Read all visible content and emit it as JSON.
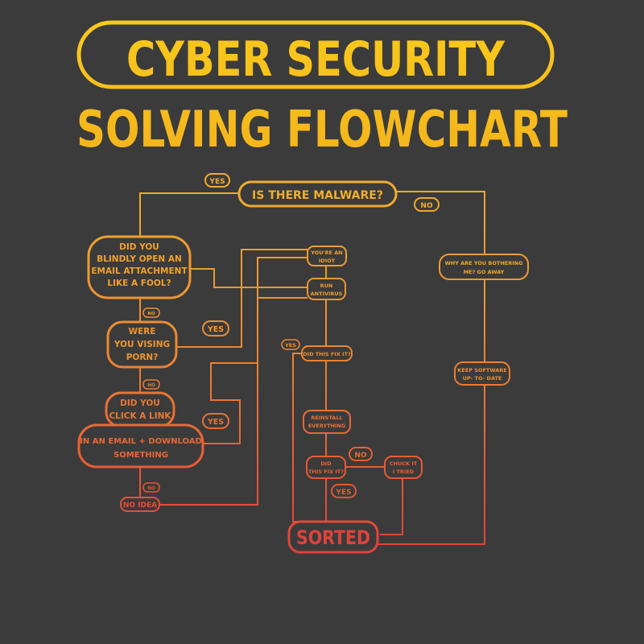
{
  "title": {
    "line1": "CYBER SECURITY",
    "line2": "SOLVING FLOWCHART"
  },
  "nodes": {
    "malware_q": "IS THERE MALWARE?",
    "yes_top": "YES",
    "no_top": "NO",
    "attachment_q": [
      "DID YOU",
      "BLINDLY OPEN AN",
      "EMAIL ATTACHMENT",
      "LIKE A FOOL?"
    ],
    "no_1": "NO",
    "porn_q": [
      "WERE",
      "YOU VISING",
      "PORN?"
    ],
    "yes_porn": "YES",
    "no_2": "NO",
    "link_q": [
      "DID YOU",
      "CLICK A LINK"
    ],
    "download_q": [
      "IN AN EMAIL + DOWNLOAD",
      "SOMETHING"
    ],
    "yes_link": "YES",
    "no_3": "NO",
    "no_idea": "NO IDEA",
    "idiot": [
      "YOU'RE AN",
      "IDIOT"
    ],
    "run_antivirus": [
      "RUN",
      "ANTIVIRUS"
    ],
    "yes_fix1": "YES",
    "fix_q1": "DID THIS FIX IT?",
    "reinstall": [
      "REINSTALL",
      "EVERYTHING"
    ],
    "fix_q2": [
      "DID",
      "THIS FIX IT?"
    ],
    "no_fix2": "NO",
    "yes_fix2": "YES",
    "chuck": [
      "CHUCK IT",
      "I TRIED"
    ],
    "sorted": "SORTED",
    "why_bother": [
      "WHY ARE YOU BOTHERING",
      "ME? GO AWAY"
    ],
    "keep_updated": [
      "KEEP SOFTWARE",
      "UP- TO- DATE"
    ]
  },
  "colors": {
    "background": "#3b3b3b",
    "title": "#f6c21a",
    "amber": "#f0a82c",
    "orange": "#ec8a32",
    "red_orange": "#e85a32",
    "red": "#e0403c"
  }
}
